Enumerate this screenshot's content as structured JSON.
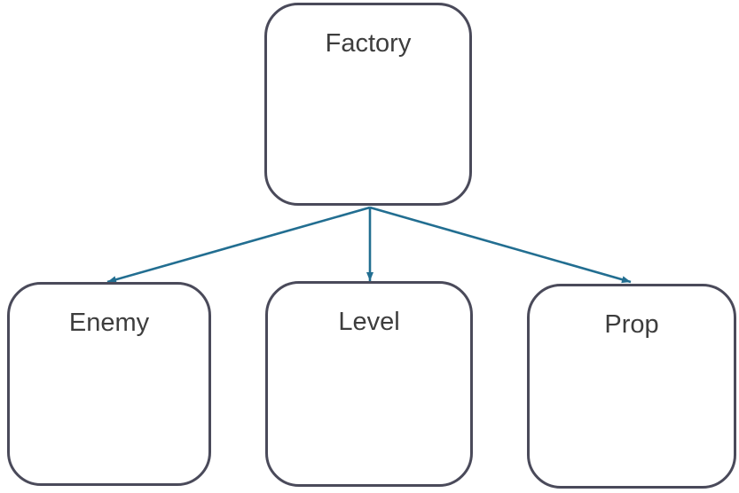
{
  "diagram": {
    "nodes": [
      {
        "id": "factory",
        "label": "Factory"
      },
      {
        "id": "enemy",
        "label": "Enemy"
      },
      {
        "id": "level",
        "label": "Level"
      },
      {
        "id": "prop",
        "label": "Prop"
      }
    ],
    "edges": [
      {
        "from": "factory",
        "to": "enemy"
      },
      {
        "from": "factory",
        "to": "level"
      },
      {
        "from": "factory",
        "to": "prop"
      }
    ]
  },
  "colors": {
    "background": "#ffffff",
    "node_border": "#4a4a5a",
    "label_text": "#3d3d3d",
    "arrow": "#226e91"
  }
}
